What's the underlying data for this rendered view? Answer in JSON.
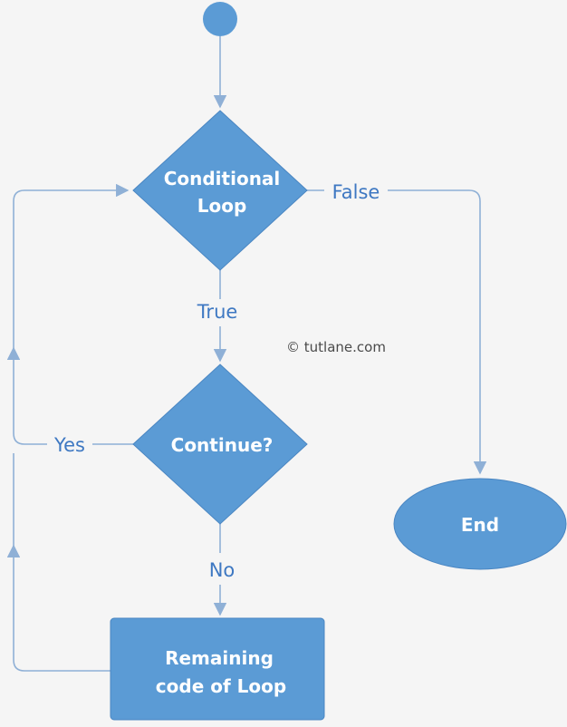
{
  "colors": {
    "node_fill": "#5b9bd5",
    "node_stroke": "#4a86c2",
    "edge": "#8fb0d6",
    "label_text": "#3e78c2",
    "background": "#f5f5f5"
  },
  "nodes": {
    "start": {
      "shape": "circle"
    },
    "conditional": {
      "line1": "Conditional",
      "line2": "Loop"
    },
    "continue": {
      "label": "Continue?"
    },
    "remaining": {
      "line1": "Remaining",
      "line2": "code of Loop"
    },
    "end": {
      "label": "End"
    }
  },
  "edges": {
    "false_label": "False",
    "true_label": "True",
    "yes_label": "Yes",
    "no_label": "No"
  },
  "watermark": "© tutlane.com"
}
